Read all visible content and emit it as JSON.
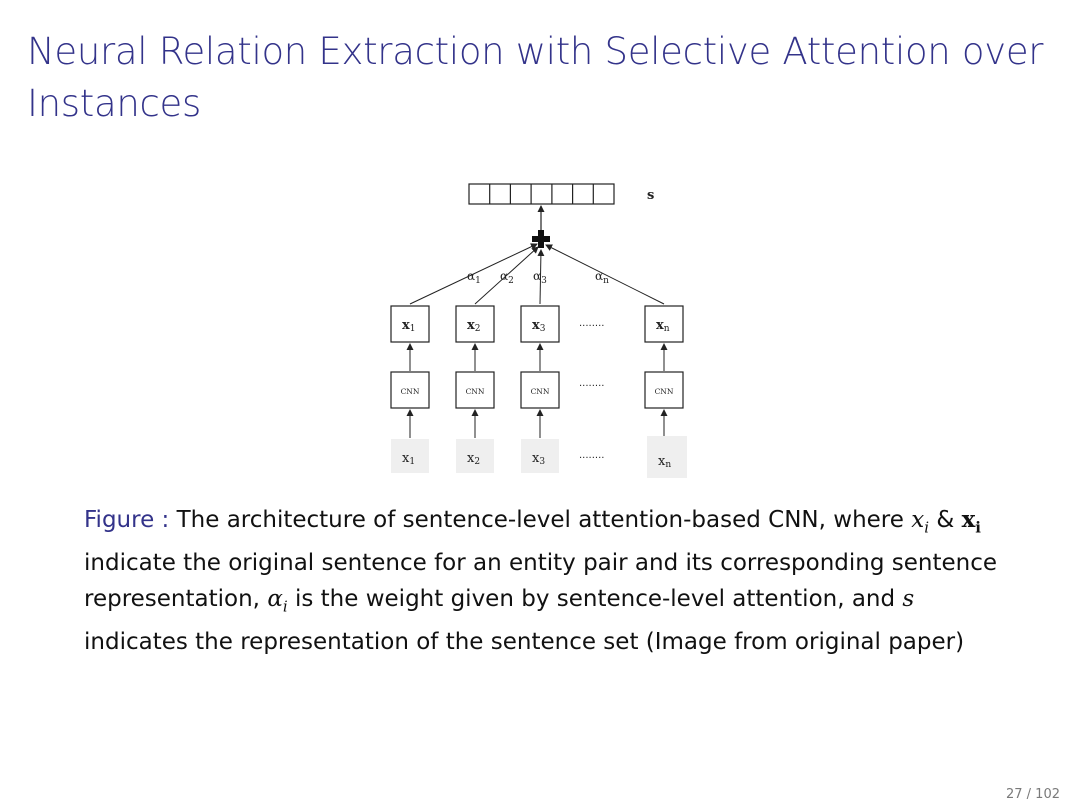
{
  "slide": {
    "title": "Neural Relation Extraction with Selective Attention over Instances",
    "page_current": "27",
    "page_separator": "/",
    "page_total": "102"
  },
  "diagram": {
    "output_label": "s",
    "alphas": [
      {
        "base": "α",
        "sub": "1"
      },
      {
        "base": "α",
        "sub": "2"
      },
      {
        "base": "α",
        "sub": "3"
      },
      {
        "base": "α",
        "sub": "n"
      }
    ],
    "representations": [
      {
        "base": "x",
        "sub": "1"
      },
      {
        "base": "x",
        "sub": "2"
      },
      {
        "base": "x",
        "sub": "3"
      },
      {
        "base": "x",
        "sub": "n"
      }
    ],
    "cnn_label": "CNN",
    "inputs": [
      {
        "base": "x",
        "sub": "1"
      },
      {
        "base": "x",
        "sub": "2"
      },
      {
        "base": "x",
        "sub": "3"
      },
      {
        "base": "x",
        "sub": "n"
      }
    ],
    "ellipsis": "........"
  },
  "caption": {
    "label": "Figure :",
    "part1": "The architecture of sentence-level attention-based CNN, where",
    "xi_base": "x",
    "xi_sub": "i",
    "amp": "&",
    "xbi_base": "x",
    "xbi_sub": "i",
    "part2": "indicate the original sentence for an entity pair and its corresponding sentence representation,",
    "alpha_base": "α",
    "alpha_sub": "i",
    "part3": "is the weight given by sentence-level attention, and",
    "s_sym": "s",
    "part4": "indicates the representation of the sentence set (Image from original paper)"
  }
}
